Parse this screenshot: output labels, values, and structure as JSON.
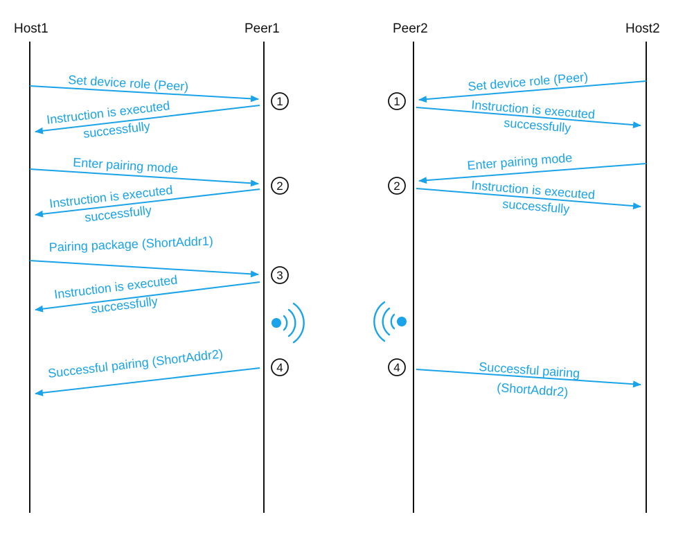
{
  "participants": {
    "host1": "Host1",
    "peer1": "Peer1",
    "peer2": "Peer2",
    "host2": "Host2"
  },
  "messages": {
    "left": {
      "m1_set_role": "Set device role (Peer)",
      "m1_reply_line1": "Instruction is executed",
      "m1_reply_line2": "successfully",
      "m2_enter_pairing": "Enter pairing mode",
      "m2_reply_line1": "Instruction is executed",
      "m2_reply_line2": "successfully",
      "m3_pairing_package": "Pairing package (ShortAddr1)",
      "m3_reply_line1": "Instruction is executed",
      "m3_reply_line2": "successfully",
      "m4_success": "Successful pairing (ShortAddr2)"
    },
    "right": {
      "m1_set_role": "Set device role (Peer)",
      "m1_reply_line1": "Instruction is executed",
      "m1_reply_line2": "successfully",
      "m2_enter_pairing": "Enter pairing mode",
      "m2_reply_line1": "Instruction is executed",
      "m2_reply_line2": "successfully",
      "m4_success_line1": "Successful pairing",
      "m4_success_line2": "(ShortAddr2)"
    }
  },
  "steps": {
    "left": [
      "1",
      "2",
      "3",
      "4"
    ],
    "right": [
      "1",
      "2",
      "4"
    ]
  },
  "colors": {
    "arrow": "#1aa3e8",
    "lifeline": "#111111"
  },
  "icons": {
    "wireless_left": "wireless-signal-icon",
    "wireless_right": "wireless-signal-icon"
  }
}
